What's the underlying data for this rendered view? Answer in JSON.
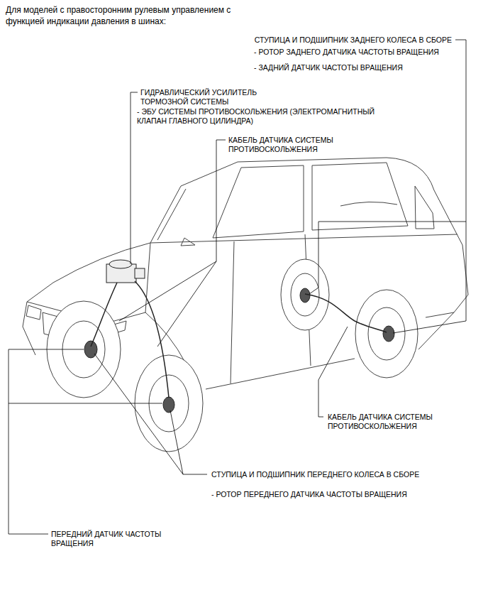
{
  "diagram": {
    "title": "Для моделей с правосторонним рулевым управлением с функцией индикации давления в шинах:",
    "labels": [
      "СТУПИЦА И ПОДШИПНИК ЗАДНЕГО КОЛЕСА В СБОРЕ",
      "- РОТОР ЗАДНЕГО ДАТЧИКА ЧАСТОТЫ ВРАЩЕНИЯ",
      "- ЗАДНИЙ ДАТЧИК ЧАСТОТЫ ВРАЩЕНИЯ",
      "ГИДРАВЛИЧЕСКИЙ УСИЛИТЕЛЬ ТОРМОЗНОЙ СИСТЕМЫ",
      "- ЭБУ СИСТЕМЫ ПРОТИВОСКОЛЬЖЕНИЯ (ЭЛЕКТРОМАГНИТНЫЙ КЛАПАН ГЛАВНОГО ЦИЛИНДРА)",
      "КАБЕЛЬ ДАТЧИКА СИСТЕМЫ ПРОТИВОСКОЛЬЖЕНИЯ",
      "КАБЕЛЬ ДАТЧИКА СИСТЕМЫ ПРОТИВОСКОЛЬЖЕНИЯ",
      "СТУПИЦА И ПОДШИПНИК ПЕРЕДНЕГО КОЛЕСА В СБОРЕ",
      "- РОТОР ПЕРЕДНЕГО ДАТЧИКА ЧАСТОТЫ ВРАЩЕНИЯ",
      "ПЕРЕДНИЙ ДАТЧИК ЧАСТОТЫ ВРАЩЕНИЯ"
    ]
  }
}
